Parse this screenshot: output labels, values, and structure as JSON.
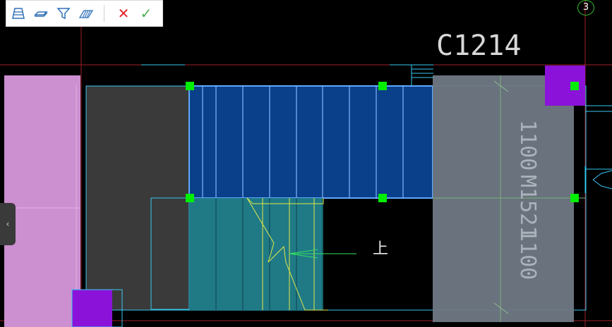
{
  "toolbar": {
    "buttons": [
      {
        "name": "stair-icon",
        "label": "stair"
      },
      {
        "name": "slab-icon",
        "label": "slab"
      },
      {
        "name": "funnel-icon",
        "label": "filter"
      },
      {
        "name": "hatch-icon",
        "label": "hatch"
      }
    ],
    "cancel_label": "✕",
    "confirm_label": "✓",
    "colors": {
      "blue": "#2f6fb8",
      "red": "#e0242b",
      "green": "#4caf50"
    }
  },
  "canvas": {
    "window_tag": "C1214",
    "door_tag": "M1521",
    "door_dim_top": "1100",
    "door_dim_bottom": "1100",
    "up_arrow_label": "上",
    "axis_label": "3",
    "colors": {
      "background": "#000000",
      "pink_wall": "#cc8fd0",
      "purple_column": "#8b13d9",
      "dark_fill": "#3a3a3a",
      "stair_blue": "#0a3f8a",
      "stair_teal": "#1f7a86",
      "door_gray": "#6f7884",
      "grip_green": "#00ee00",
      "line_cyan": "#35c8f0",
      "line_red": "#b0202a",
      "line_yellow": "#dfe84a"
    }
  },
  "side_tab": {
    "glyph": "‹"
  }
}
